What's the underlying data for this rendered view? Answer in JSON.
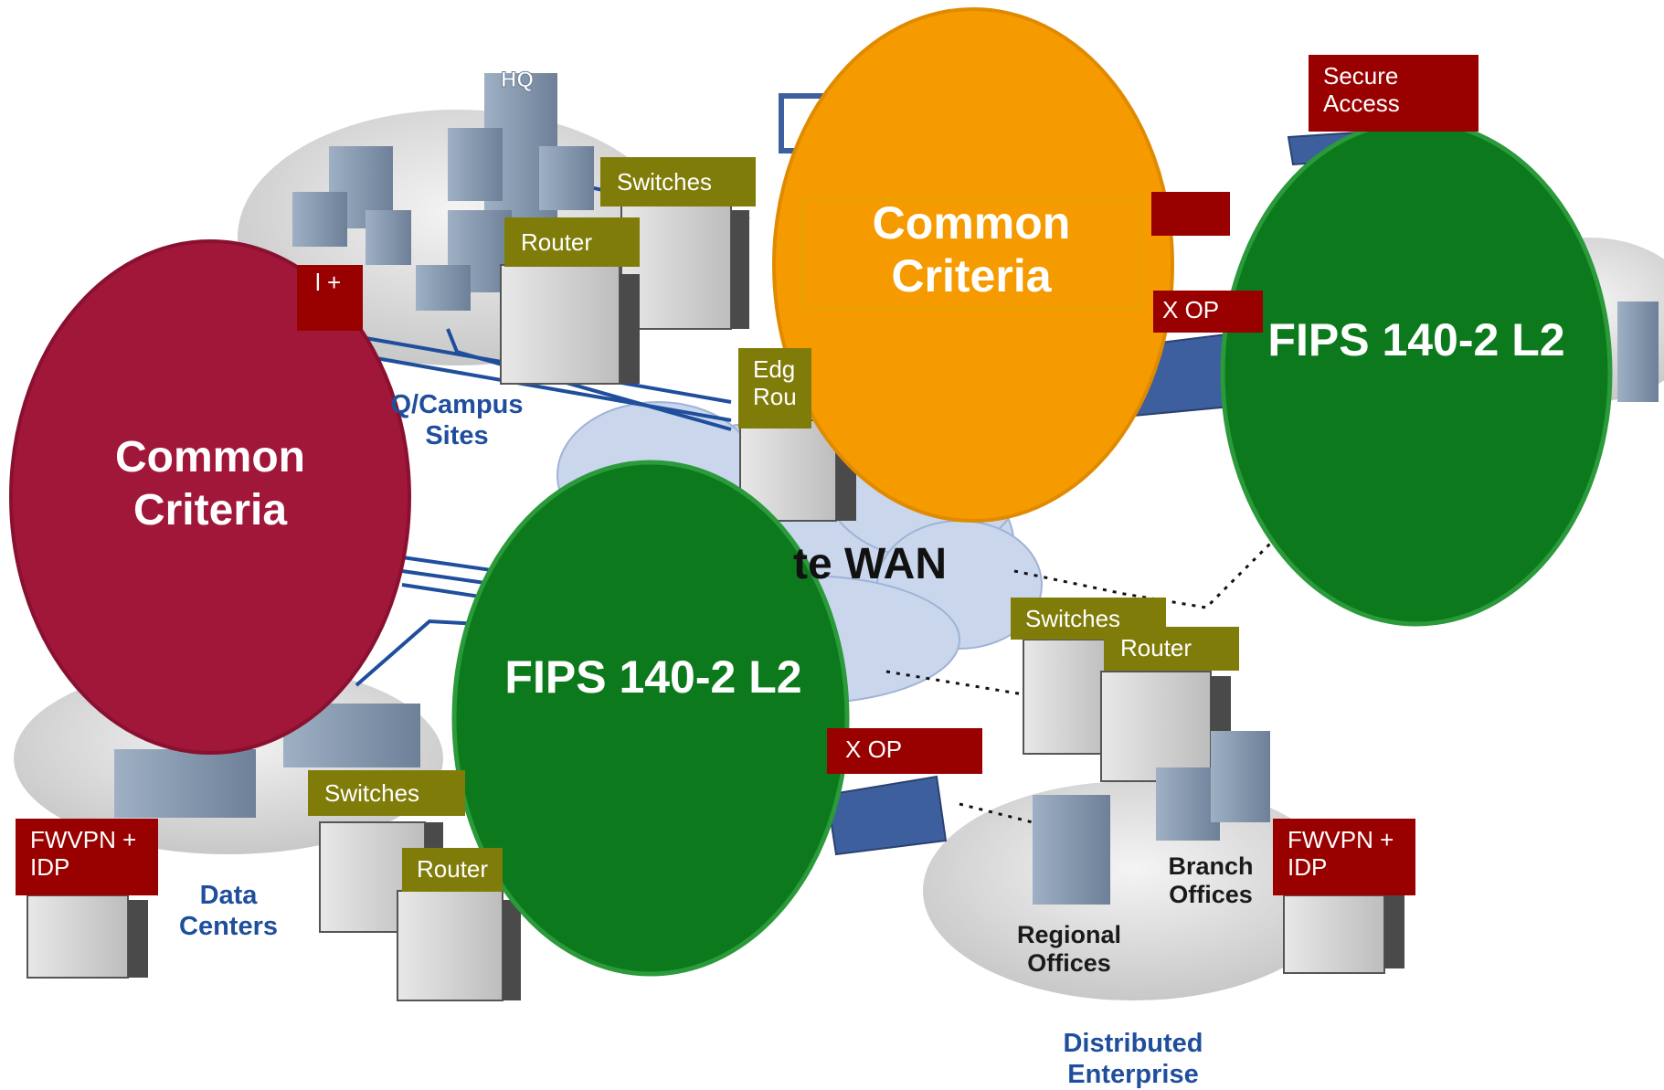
{
  "labels": {
    "switches": "Switches",
    "router": "Router",
    "edge_router_line1": "Edg",
    "edge_router_line2": "Rou",
    "secure_access_line1": "Secure",
    "secure_access_line2": "Access",
    "fw_partial": "l +",
    "wx_op_top": "X OP",
    "wx_op_bottom": "X OP",
    "fwvpn_line1": "FWVPN +",
    "fwvpn_line2": "IDP",
    "router_partial": "Router"
  },
  "locations": {
    "hq_line1": "Q/Campus",
    "hq_line2": "Sites",
    "dc_line1": "Data",
    "dc_line2": "Centers",
    "branch_line1": "Branch",
    "branch_line2": "Offices",
    "regional_line1": "Regional",
    "regional_line2": "Offices",
    "distributed_line1": "Distributed",
    "distributed_line2": "Enterprise",
    "hq_sign": "HQ"
  },
  "wan_label": "te WAN",
  "certifications": {
    "cc_left_line1": "Common",
    "cc_left_line2": "Criteria",
    "cc_top_line1": "Common",
    "cc_top_line2": "Criteria",
    "fips_right": "FIPS 140-2 L2",
    "fips_center": "FIPS 140-2 L2"
  },
  "colors": {
    "crimson": "#a0173a",
    "orange": "#f59b00",
    "green": "#0c7a1c",
    "olive": "#807c0a",
    "dark_red": "#990000",
    "link_blue": "#1f4e9c",
    "cloud": "#c9d6ec"
  }
}
